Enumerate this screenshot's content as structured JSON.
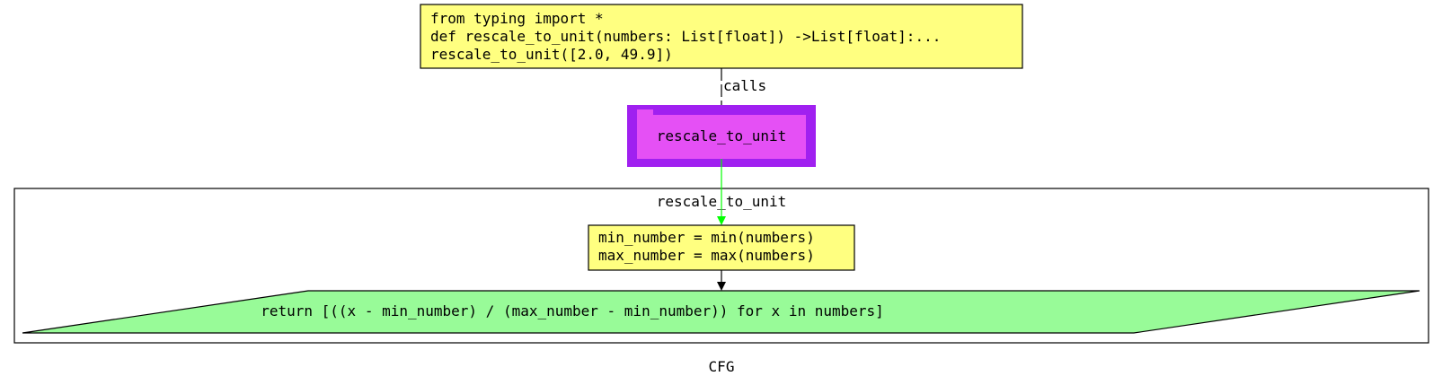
{
  "diagram": {
    "entry_block": {
      "lines": [
        "from typing import *",
        "def rescale_to_unit(numbers: List[float]) ->List[float]:...",
        "rescale_to_unit([2.0, 49.9])"
      ]
    },
    "call_edge_label": "calls",
    "function_node": {
      "label": "rescale_to_unit"
    },
    "cluster": {
      "title": "rescale_to_unit",
      "assign_block": {
        "lines": [
          "min_number = min(numbers)",
          "max_number = max(numbers)"
        ]
      },
      "return_block": {
        "text": "return [((x - min_number) / (max_number - min_number)) for x in numbers]"
      }
    },
    "caption": "CFG",
    "colors": {
      "code_block_fill": "#ffff80",
      "function_outer": "#a020f0",
      "function_inner": "#e550f5",
      "return_fill": "#98fb98",
      "cluster_edge": "#00ff00",
      "edge": "#000000"
    }
  }
}
